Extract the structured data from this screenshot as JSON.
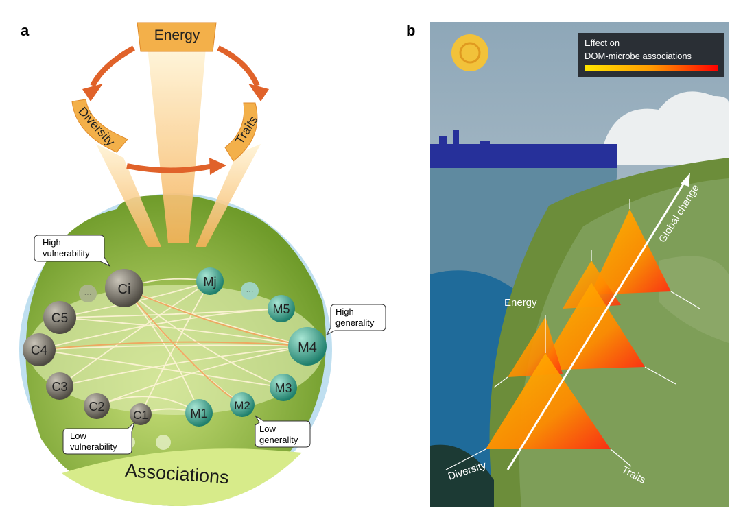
{
  "panel_a": {
    "label": "a",
    "drivers": {
      "energy": "Energy",
      "diversity": "Diversity",
      "traits": "Traits"
    },
    "nodes": {
      "ci": "Ci",
      "c5": "C5",
      "c4": "C4",
      "c3": "C3",
      "c2": "C2",
      "c1": "C1",
      "mj": "Mj",
      "m5": "M5",
      "m4": "M4",
      "m3": "M3",
      "m2": "M2",
      "m1": "M1",
      "ellipsis": "···"
    },
    "callouts": {
      "high_vulnerability": [
        "High",
        "vulnerability"
      ],
      "low_vulnerability": [
        "Low",
        "vulnerability"
      ],
      "high_generality": [
        "High",
        "generality"
      ],
      "low_generality": [
        "Low",
        "generality"
      ]
    },
    "associations": "Associations",
    "colors": {
      "arrow": "#e0622a",
      "block": "#f3b04a",
      "consumer": "#6f6a60",
      "microbe": "#2e9e8a",
      "sphere": "#8fb83a"
    }
  },
  "panel_b": {
    "label": "b",
    "legend": {
      "title_line1": "Effect on",
      "title_line2": "DOM-microbe associations",
      "gradient": [
        "#ffe600",
        "#ff9a00",
        "#ff0000"
      ]
    },
    "axis_labels": {
      "energy": "Energy",
      "diversity": "Diversity",
      "traits": "Traits",
      "global_change": "Global change"
    }
  }
}
